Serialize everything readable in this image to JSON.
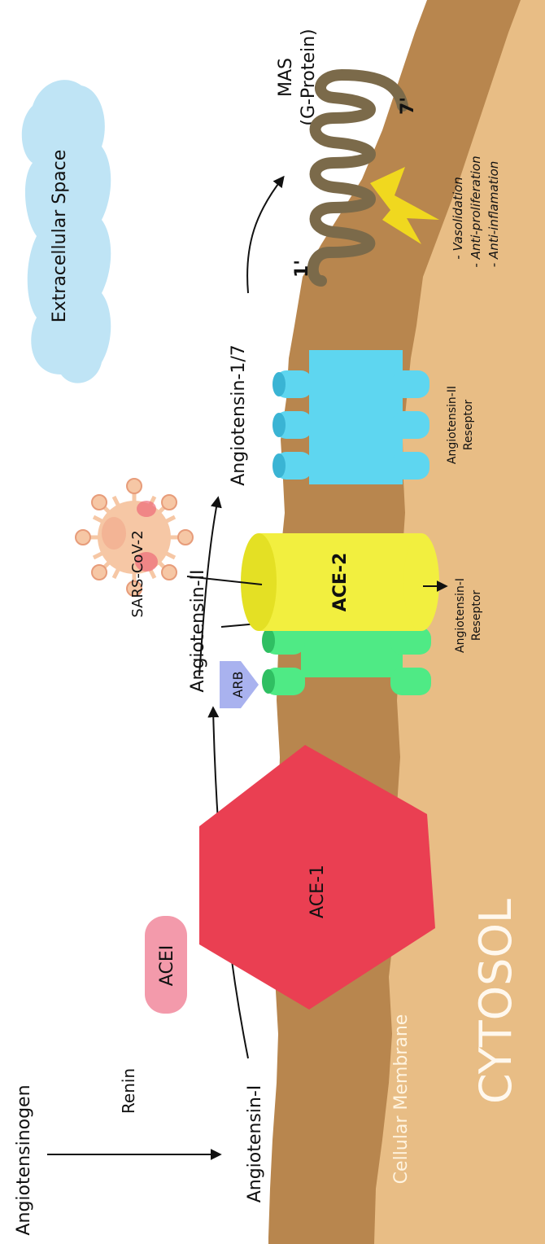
{
  "labels": {
    "angiotensinogen": "Angiotensinogen",
    "renin": "Renin",
    "angiotensin_i": "Angiotensin-I",
    "cellular_membrane": "Cellular Membrane",
    "cytosol": "CYTOSOL",
    "acei": "ACEI",
    "ace1": "ACE-1",
    "angiotensin_ii": "Angiotensin-II",
    "arb": "ARB",
    "angiotensin_i_receptor": [
      "Angiotensin-I",
      "Reseptor"
    ],
    "sars_cov_2": "SARS-CoV-2",
    "ace2": "ACE-2",
    "angiotensin_1_7": "Angiotensin-1/7",
    "angiotensin_ii_receptor": [
      "Angiotensin-II",
      "Reseptor"
    ],
    "extracellular_space": "Extracellular Space",
    "mas": [
      "MAS",
      "(G-Protein)"
    ],
    "mas_start": "1'",
    "mas_end": "7'",
    "effects": [
      "- Vasolidation",
      "- Anti-proliferation",
      "- Anti-inflamation"
    ]
  },
  "colors": {
    "membrane": "#b8864e",
    "cytosol": "#e8bd85",
    "ace1": "#ea3f52",
    "acei": "#f39aab",
    "receptor_1": "#4fea85",
    "arb": "#a9b2ef",
    "ace2": "#f2ef3f",
    "virus": "#f6c7a5",
    "receptor_2": "#5ed6f0",
    "cloud": "#bfe4f5",
    "mas_protein": "#7b6a4a",
    "lightning": "#f0d81f"
  }
}
